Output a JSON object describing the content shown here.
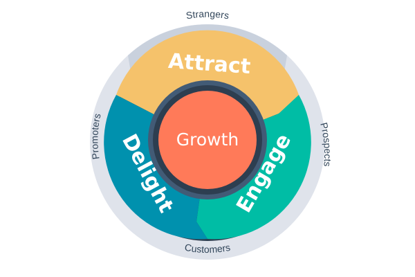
{
  "diagram": {
    "outer_labels": {
      "top": "Strangers",
      "right": "Prospects",
      "bottom": "Customers",
      "left": "Promoters"
    },
    "segments": {
      "attract": "Attract",
      "engage": "Engage",
      "delight": "Delight"
    },
    "core": "Growth"
  },
  "colors": {
    "outer_ring": "#dfe3eb",
    "outer_ring_dark": "#c9d1dd",
    "outer_ring_border": "#2d3e50",
    "attract": "#f5c26b",
    "engage": "#00bda5",
    "delight": "#0091ae",
    "hub_ring": "#425b76",
    "core": "#ff7a59"
  }
}
